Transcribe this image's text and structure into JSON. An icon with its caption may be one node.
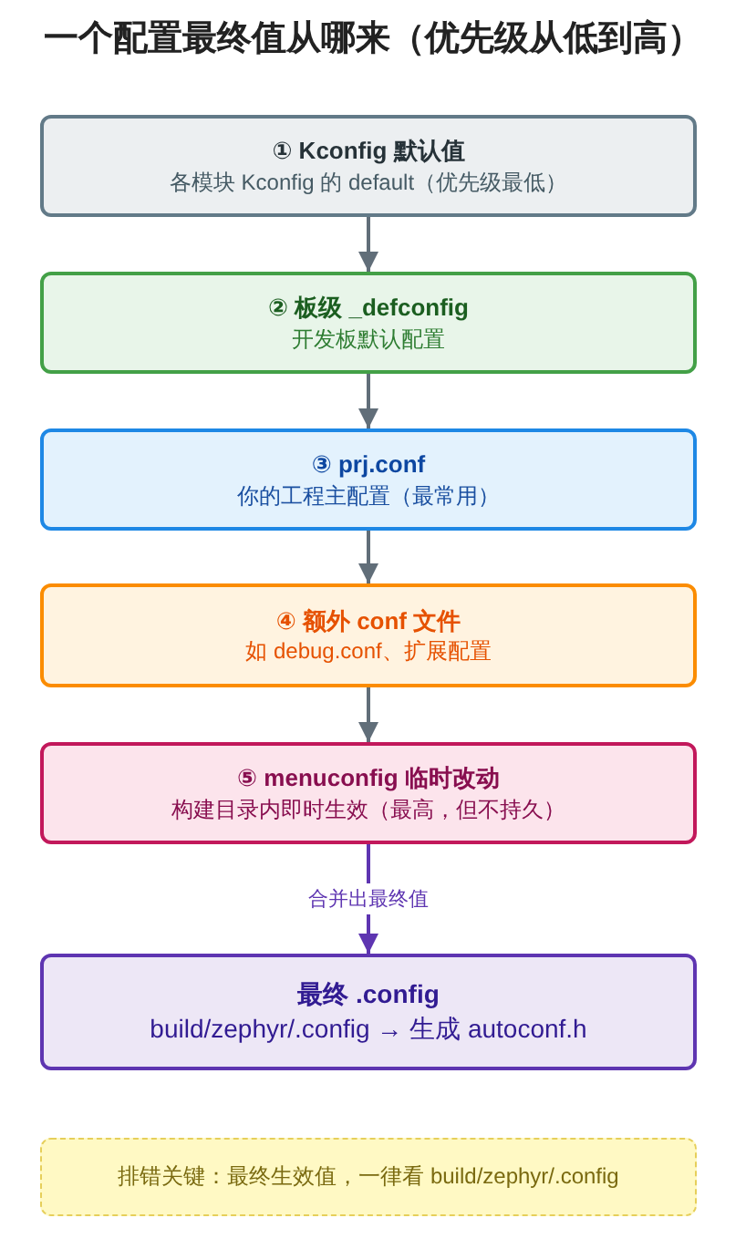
{
  "diagram": {
    "title": "一个配置最终值从哪来（优先级从低到高）",
    "nodes": [
      {
        "text": [
          "① Kconfig 默认值",
          "各模块 Kconfig 的 default（优先级最低）"
        ]
      },
      {
        "text": [
          "② 板级 _defconfig",
          "开发板默认配置"
        ]
      },
      {
        "text": [
          "③ prj.conf",
          "你的工程主配置（最常用）"
        ]
      },
      {
        "text": [
          "④ 额外 conf 文件",
          "如 debug.conf、扩展配置"
        ]
      },
      {
        "text": [
          "⑤ menuconfig 临时改动",
          "构建目录内即时生效（最高，但不持久）"
        ]
      },
      {
        "text": [
          "最终 .config",
          "build/zephyr/.config → 生成 autoconf.h"
        ]
      },
      {
        "text": [
          "排错关键：最终生效值，一律看 build/zephyr/.config"
        ]
      }
    ],
    "edges": [
      {
        "from": 0,
        "to": 1,
        "arrow": "to"
      },
      {
        "from": 1,
        "to": 2,
        "arrow": "to"
      },
      {
        "from": 2,
        "to": 3,
        "arrow": "to"
      },
      {
        "from": 3,
        "to": 4,
        "arrow": "to"
      },
      {
        "from": 4,
        "to": 5,
        "arrow": "to",
        "label": "合并出最终值",
        "color": "#5e35b1"
      }
    ]
  }
}
